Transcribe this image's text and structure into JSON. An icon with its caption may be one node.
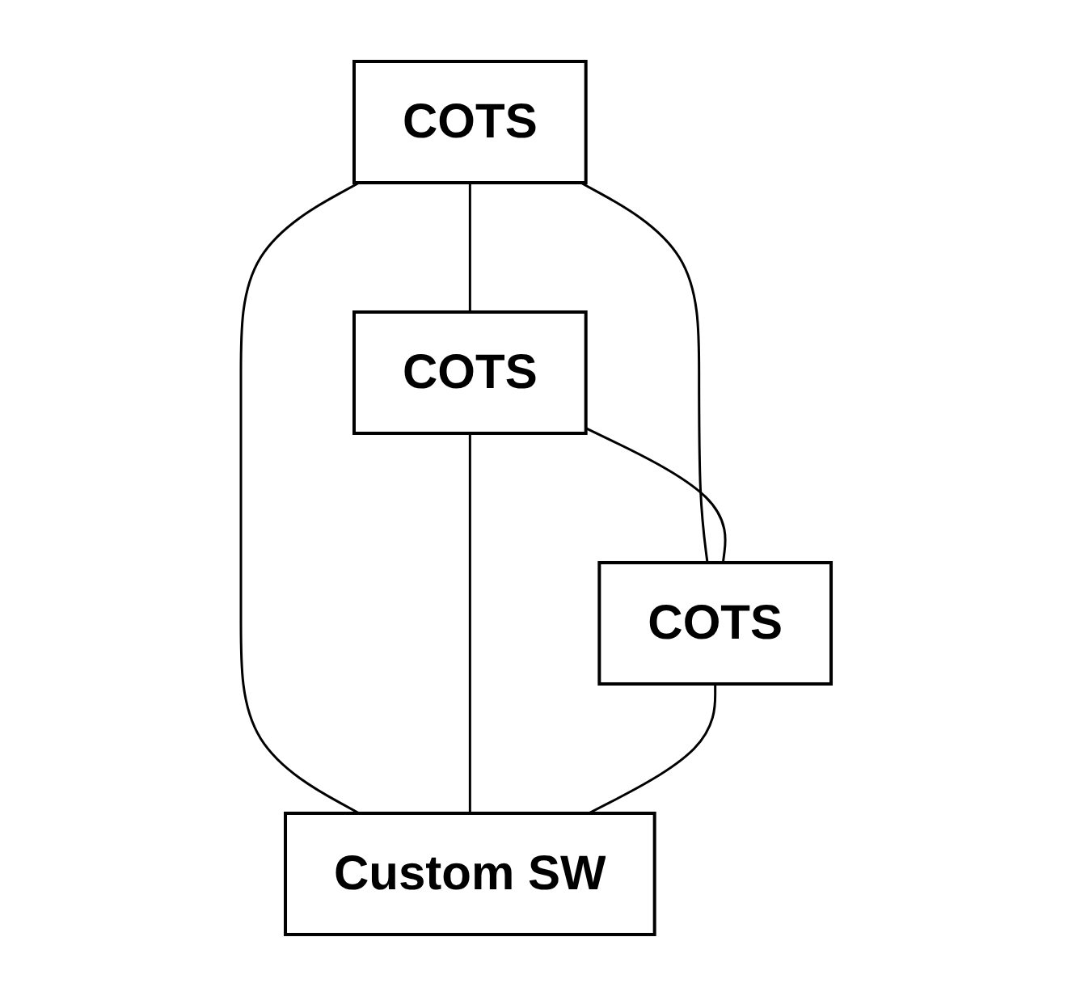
{
  "diagram": {
    "nodes": [
      {
        "text": [
          "COTS"
        ]
      },
      {
        "text": [
          "COTS"
        ]
      },
      {
        "text": [
          "COTS"
        ]
      },
      {
        "text": [
          "Custom SW"
        ]
      }
    ],
    "edges": [
      {
        "from": 0,
        "to": 1,
        "arrow": "none"
      },
      {
        "from": 0,
        "to": 2,
        "arrow": "none"
      },
      {
        "from": 0,
        "to": 3,
        "arrow": "none"
      },
      {
        "from": 1,
        "to": 2,
        "arrow": "none"
      },
      {
        "from": 1,
        "to": 3,
        "arrow": "none"
      },
      {
        "from": 2,
        "to": 3,
        "arrow": "none"
      }
    ]
  }
}
